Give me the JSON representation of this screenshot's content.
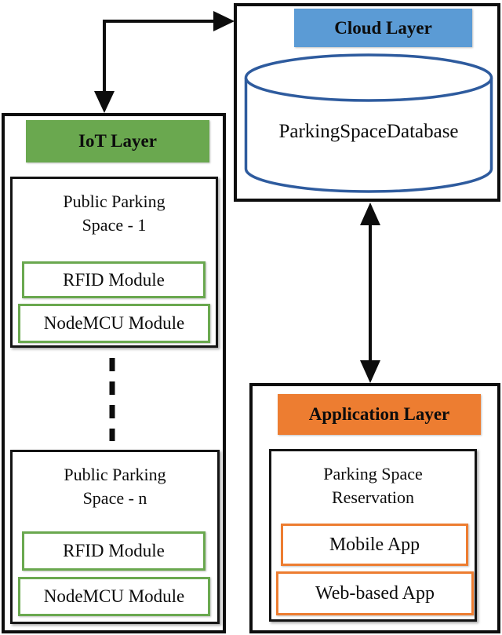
{
  "diagram": {
    "iot_layer": {
      "title": "IoT Layer",
      "spaces": [
        {
          "title_line1": "Public Parking",
          "title_line2": "Space - 1",
          "module1": "RFID Module",
          "module2": "NodeMCU Module"
        },
        {
          "title_line1": "Public Parking",
          "title_line2": "Space - n",
          "module1": "RFID Module",
          "module2": "NodeMCU Module"
        }
      ]
    },
    "cloud_layer": {
      "title": "Cloud Layer",
      "database_label": "ParkingSpaceDatabase"
    },
    "application_layer": {
      "title": "Application Layer",
      "group_title_line1": "Parking Space",
      "group_title_line2": "Reservation",
      "app1": "Mobile App",
      "app2": "Web-based App"
    },
    "colors": {
      "iot_header_bg": "#6aa84f",
      "cloud_header_bg": "#5b9bd5",
      "application_header_bg": "#ed7d31",
      "module_border_green": "#6aa84f",
      "app_border_orange": "#ed7d31",
      "database_cylinder_stroke": "#2e5b9e",
      "connector_black": "#0d0d0d"
    }
  }
}
